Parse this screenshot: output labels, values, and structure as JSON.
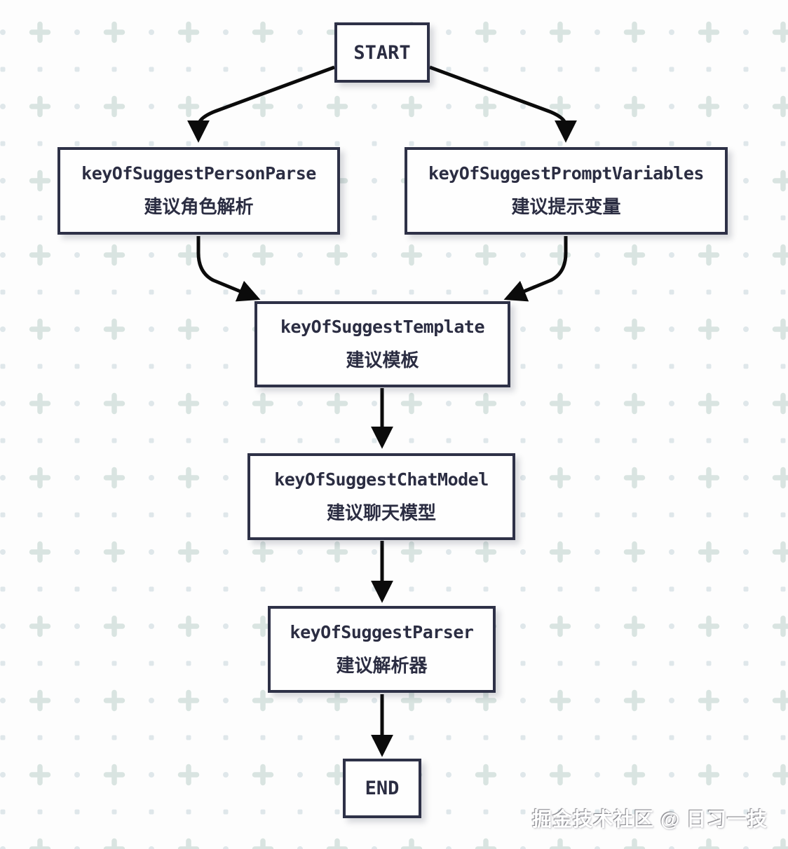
{
  "diagram": {
    "type": "flowchart",
    "nodes": {
      "start": {
        "label": "START"
      },
      "person_parse": {
        "title": "keyOfSuggestPersonParse",
        "subtitle": "建议角色解析"
      },
      "prompt_variables": {
        "title": "keyOfSuggestPromptVariables",
        "subtitle": "建议提示变量"
      },
      "template": {
        "title": "keyOfSuggestTemplate",
        "subtitle": "建议模板"
      },
      "chat_model": {
        "title": "keyOfSuggestChatModel",
        "subtitle": "建议聊天模型"
      },
      "parser": {
        "title": "keyOfSuggestParser",
        "subtitle": "建议解析器"
      },
      "end": {
        "label": "END"
      }
    },
    "edges": [
      {
        "from": "start",
        "to": "person_parse"
      },
      {
        "from": "start",
        "to": "prompt_variables"
      },
      {
        "from": "person_parse",
        "to": "template"
      },
      {
        "from": "prompt_variables",
        "to": "template"
      },
      {
        "from": "template",
        "to": "chat_model"
      },
      {
        "from": "chat_model",
        "to": "parser"
      },
      {
        "from": "parser",
        "to": "end"
      }
    ]
  },
  "watermark": {
    "text": "掘金技术社区 @ 日习一技"
  },
  "colors": {
    "node_border": "#2e3147",
    "node_text": "#2b2d42",
    "node_fill": "#fefefe",
    "edge": "#0b0b0b",
    "pattern_plus": "#d9e4e1",
    "pattern_dot": "#dfe7ea",
    "canvas": "#fdfdfd",
    "watermark": "#ffffff"
  }
}
